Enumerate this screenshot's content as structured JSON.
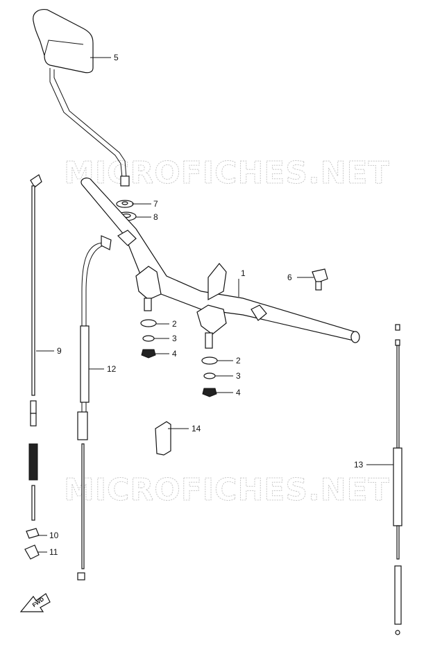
{
  "watermark": "MICROFICHES.NET",
  "fwd_label": "FWD",
  "callouts": [
    {
      "id": "1",
      "label": "1"
    },
    {
      "id": "2a",
      "label": "2"
    },
    {
      "id": "3a",
      "label": "3"
    },
    {
      "id": "4a",
      "label": "4"
    },
    {
      "id": "2b",
      "label": "2"
    },
    {
      "id": "3b",
      "label": "3"
    },
    {
      "id": "4b",
      "label": "4"
    },
    {
      "id": "5",
      "label": "5"
    },
    {
      "id": "6",
      "label": "6"
    },
    {
      "id": "7",
      "label": "7"
    },
    {
      "id": "8",
      "label": "8"
    },
    {
      "id": "9",
      "label": "9"
    },
    {
      "id": "10",
      "label": "10"
    },
    {
      "id": "11",
      "label": "11"
    },
    {
      "id": "12",
      "label": "12"
    },
    {
      "id": "13",
      "label": "13"
    },
    {
      "id": "14",
      "label": "14"
    }
  ]
}
